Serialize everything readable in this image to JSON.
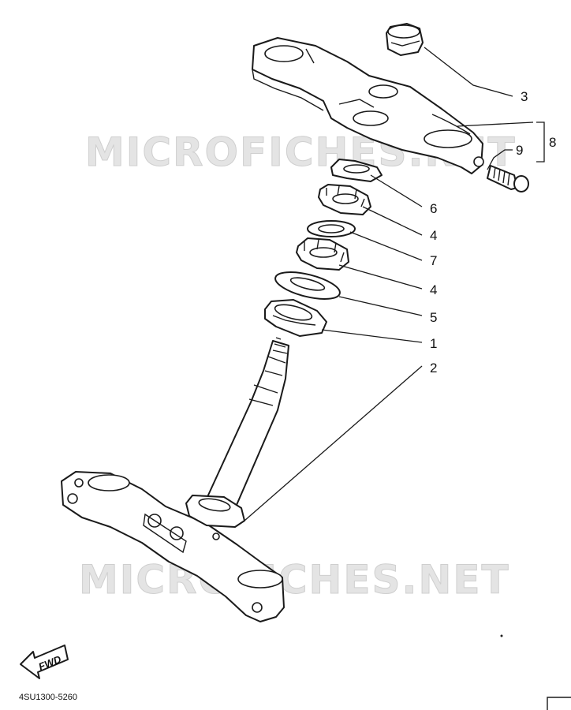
{
  "watermarks": [
    "MICROFICHES.NET",
    "MICROFICHES.NET"
  ],
  "callouts": {
    "cap_nut": "3",
    "bracket_group": "8",
    "bolt": "9",
    "lock_washer": "6",
    "ring_nut_upper": "4",
    "washer": "7",
    "ring_nut_lower": "4",
    "bearing_cover": "5",
    "bearing_upper": "1",
    "bearing_lower": "2"
  },
  "fwd_label": "FWD",
  "diagram_code": "4SU1300-5260"
}
